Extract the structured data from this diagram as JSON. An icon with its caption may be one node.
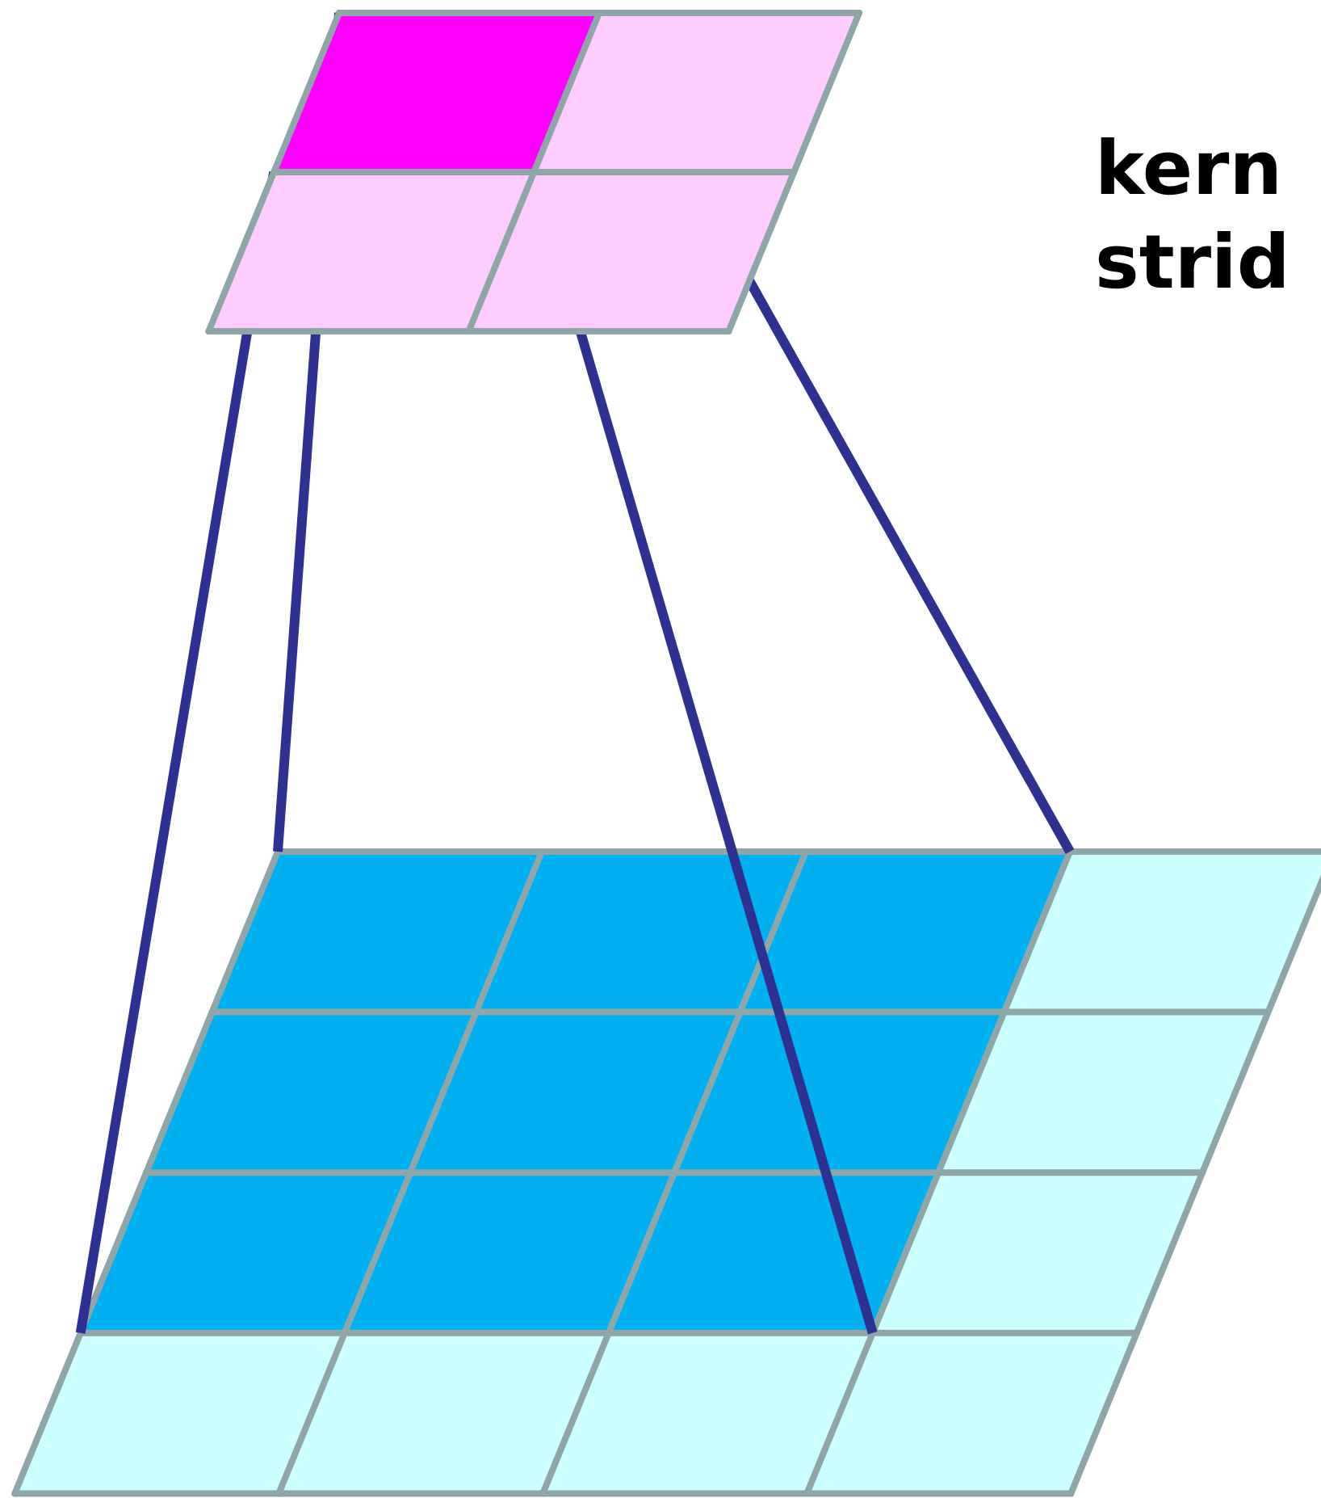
{
  "diagram": {
    "nodes": [
      {
        "text": [],
        "shape": "grid"
      },
      {
        "text": [],
        "shape": "box",
        "in": 0
      },
      {
        "text": [],
        "shape": "grid"
      },
      {
        "text": [],
        "shape": "box",
        "in": 2
      }
    ],
    "edges": [
      {
        "from": 1,
        "to": 3,
        "arrow": "none"
      },
      {
        "from": 1,
        "to": 3,
        "arrow": "none"
      },
      {
        "from": 1,
        "to": 3,
        "arrow": "none"
      },
      {
        "from": 1,
        "to": 3,
        "arrow": "none"
      }
    ],
    "labels": [
      "kern",
      "strid"
    ]
  }
}
